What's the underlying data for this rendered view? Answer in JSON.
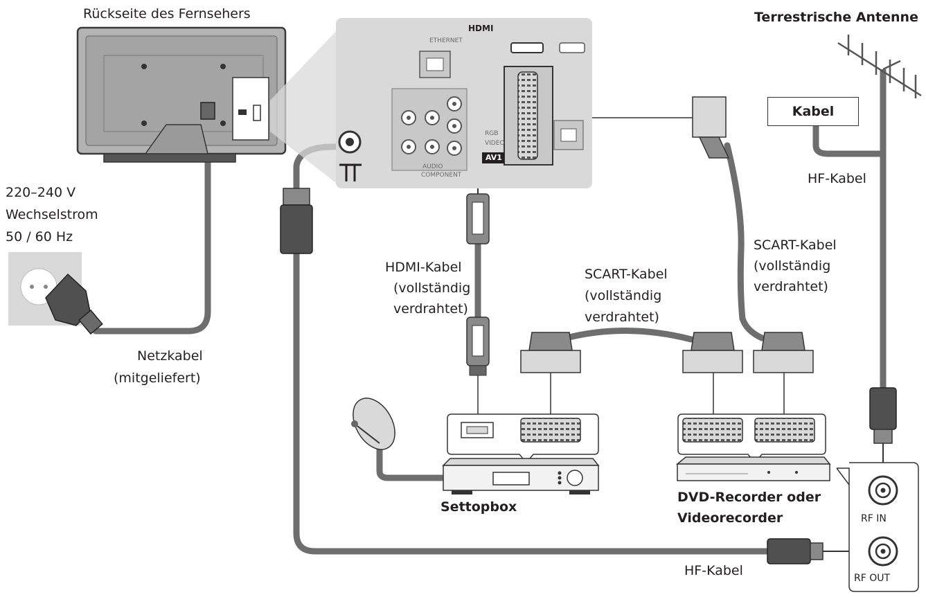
{
  "title": "Rückseite des Fernsehers",
  "antenna": {
    "label": "Terrestrische Antenne",
    "cable_box": "Kabel",
    "cable_label": "HF-Kabel"
  },
  "power": {
    "line1": "220–240 V",
    "line2": "Wechselstrom",
    "line3": "50 / 60 Hz",
    "cable_line1": "Netzkabel",
    "cable_line2": "(mitgeliefert)"
  },
  "tv_panel": {
    "hdmi_logo": "HDMI",
    "av1": "AV1",
    "ethernet": "ETHERNET",
    "rgb": "RGB",
    "video": "VIDEO",
    "audio": "AUDIO",
    "component": "COMPONENT"
  },
  "hdmi_cable": {
    "line1": "HDMI-Kabel",
    "line2": "(vollständig",
    "line3": "verdrahtet)"
  },
  "scart_cable_middle": {
    "line1": "SCART-Kabel",
    "line2": "(vollständig",
    "line3": "verdrahtet)"
  },
  "scart_cable_right": {
    "line1": "SCART-Kabel",
    "line2": "(vollständig",
    "line3": "verdrahtet)"
  },
  "settopbox": "Settopbox",
  "recorder": {
    "line1": "DVD-Recorder oder",
    "line2": "Videorecorder"
  },
  "rf": {
    "in": "RF IN",
    "out": "RF OUT"
  },
  "bottom_cable": "HF-Kabel"
}
